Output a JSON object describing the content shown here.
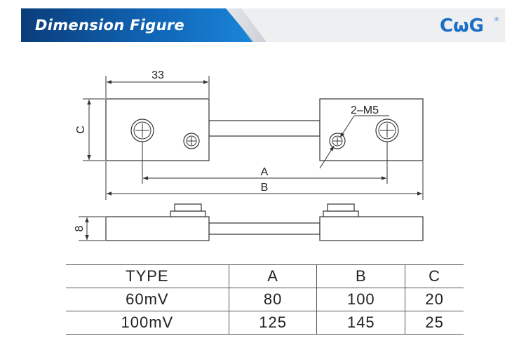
{
  "header": {
    "title": "Dimension Figure",
    "logo": "CωG",
    "logo_mark": "®"
  },
  "colors": {
    "banner_blue": "#1167b9",
    "logo_blue": "#1a6fc4",
    "line": "#333333"
  },
  "drawing": {
    "dim_top": "33",
    "dim_height": "C",
    "thread_label": "2–M5",
    "dim_a": "A",
    "dim_b": "B",
    "dim_side": "8"
  },
  "table": {
    "headers": [
      "TYPE",
      "A",
      "B",
      "C"
    ],
    "rows": [
      [
        "60mV",
        "80",
        "100",
        "20"
      ],
      [
        "100mV",
        "125",
        "145",
        "25"
      ]
    ]
  }
}
